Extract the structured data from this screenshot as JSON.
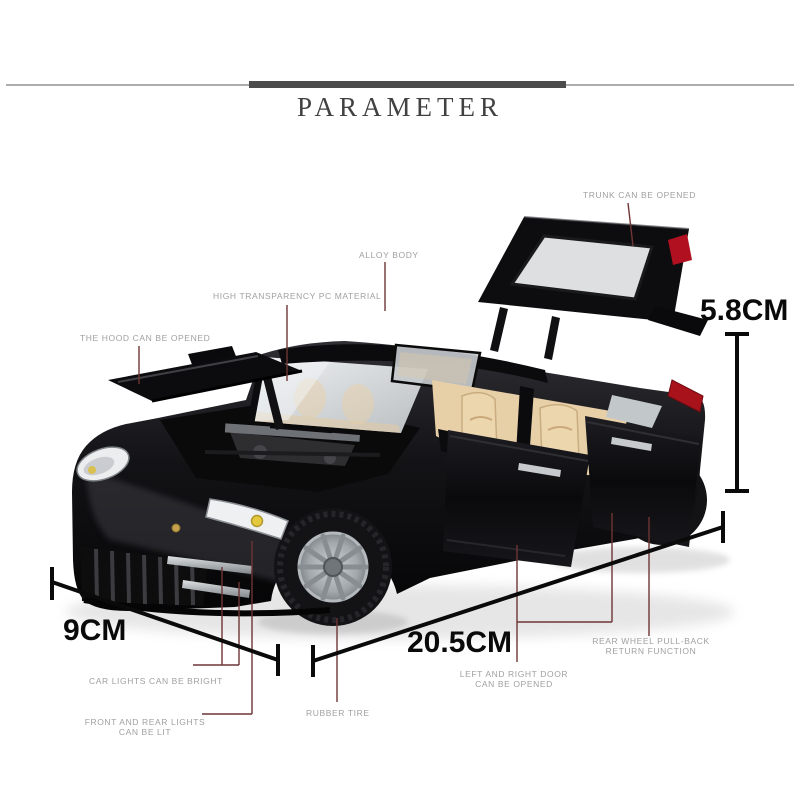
{
  "header": {
    "title": "PARAMETER"
  },
  "figure": {
    "alt": "black die-cast model sports car shown with hood, four doors and trunk opened",
    "callouts": {
      "trunk": "TRUNK CAN BE OPENED",
      "alloy_body": "ALLOY BODY",
      "pc_material": "HIGH TRANSPARENCY PC MATERIAL",
      "hood": "THE HOOD CAN BE OPENED",
      "car_lights": "CAR LIGHTS CAN BE BRIGHT",
      "front_rear_lights_line1": "FRONT AND REAR LIGHTS",
      "front_rear_lights_line2": "CAN BE LIT",
      "rubber_tire": "RUBBER TIRE",
      "doors_line1": "LEFT AND RIGHT DOOR",
      "doors_line2": "CAN BE OPENED",
      "rear_wheel_line1": "REAR WHEEL PULL-BACK",
      "rear_wheel_line2": "RETURN FUNCTION"
    },
    "dimensions": {
      "height": "5.8CM",
      "width": "9CM",
      "length": "20.5CM"
    },
    "colors": {
      "callout_line": "#6f3535",
      "dimension_line": "#0a0a0a",
      "callout_text": "#a0a0a0",
      "title_text": "#414141",
      "car_body": "#101013",
      "interior_tan": "#e7cfa7",
      "taillight_red": "#b01020",
      "wheel_silver": "#a8adb2"
    }
  }
}
